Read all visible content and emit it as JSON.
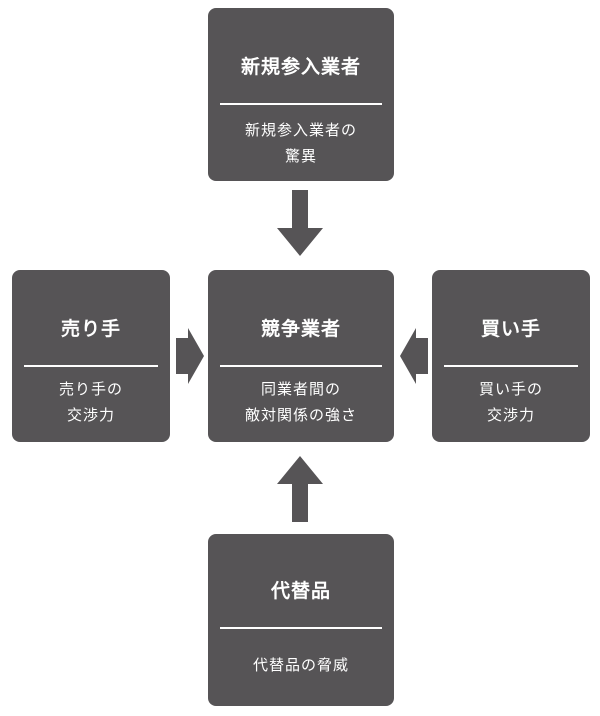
{
  "top": {
    "title": "新規参入業者",
    "desc": [
      "新規参入業者の",
      "驚異"
    ]
  },
  "left": {
    "title": "売り手",
    "desc": [
      "売り手の",
      "交渉力"
    ]
  },
  "center": {
    "title": "競争業者",
    "desc": [
      "同業者間の",
      "敵対関係の強さ"
    ]
  },
  "right": {
    "title": "買い手",
    "desc": [
      "買い手の",
      "交渉力"
    ]
  },
  "bottom": {
    "title": "代替品",
    "desc": [
      "代替品の脅威"
    ]
  },
  "colors": {
    "box": "#565456",
    "arrow": "#565456",
    "text": "#ffffff"
  }
}
